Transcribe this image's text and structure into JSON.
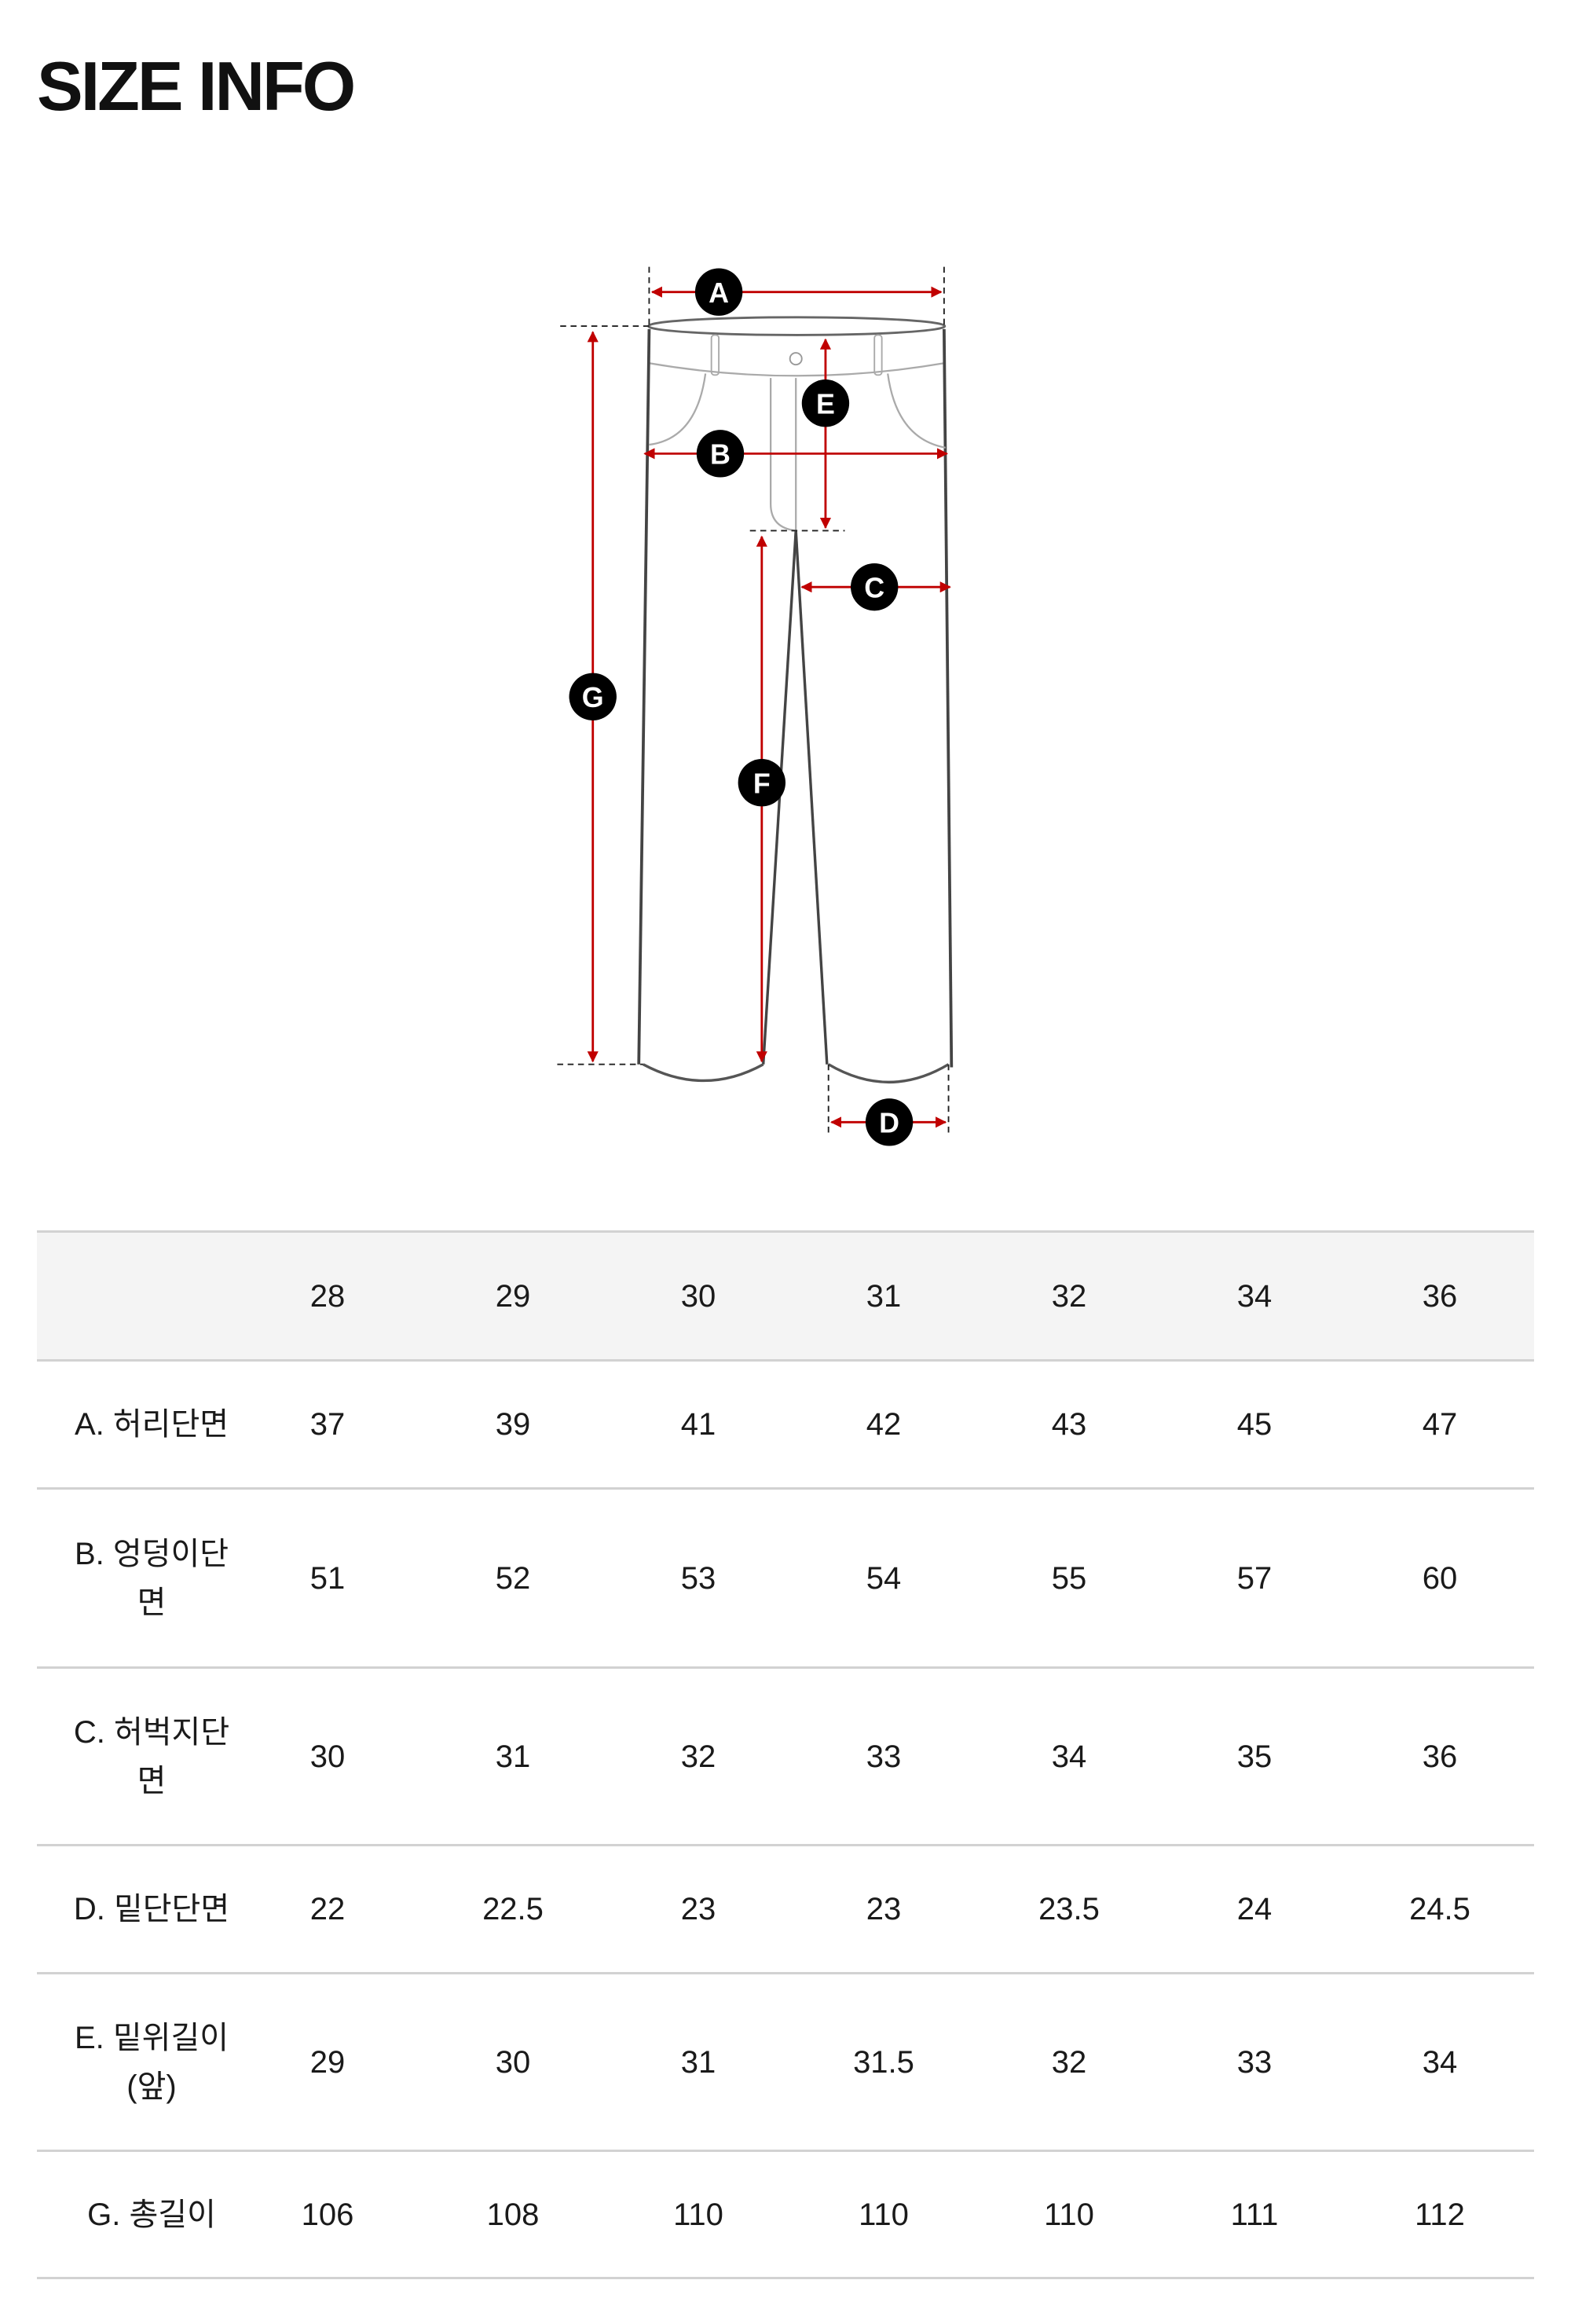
{
  "title": "SIZE INFO",
  "diagram": {
    "markers": {
      "a": "A",
      "b": "B",
      "c": "C",
      "d": "D",
      "e": "E",
      "f": "F",
      "g": "G"
    },
    "colors": {
      "arrow": "#c00000",
      "outline": "#555555",
      "light": "#aaaaaa",
      "marker": "#000000"
    }
  },
  "table": {
    "sizes": [
      "28",
      "29",
      "30",
      "31",
      "32",
      "34",
      "36"
    ],
    "rows": [
      {
        "label_lines": [
          "A. 허리단면"
        ],
        "values": [
          "37",
          "39",
          "41",
          "42",
          "43",
          "45",
          "47"
        ]
      },
      {
        "label_lines": [
          "B. 엉덩이단",
          "면"
        ],
        "values": [
          "51",
          "52",
          "53",
          "54",
          "55",
          "57",
          "60"
        ]
      },
      {
        "label_lines": [
          "C. 허벅지단",
          "면"
        ],
        "values": [
          "30",
          "31",
          "32",
          "33",
          "34",
          "35",
          "36"
        ]
      },
      {
        "label_lines": [
          "D. 밑단단면"
        ],
        "values": [
          "22",
          "22.5",
          "23",
          "23",
          "23.5",
          "24",
          "24.5"
        ]
      },
      {
        "label_lines": [
          "E. 밑위길이",
          "(앞)"
        ],
        "values": [
          "29",
          "30",
          "31",
          "31.5",
          "32",
          "33",
          "34"
        ]
      },
      {
        "label_lines": [
          "G. 총길이"
        ],
        "values": [
          "106",
          "108",
          "110",
          "110",
          "110",
          "111",
          "112"
        ]
      }
    ]
  }
}
